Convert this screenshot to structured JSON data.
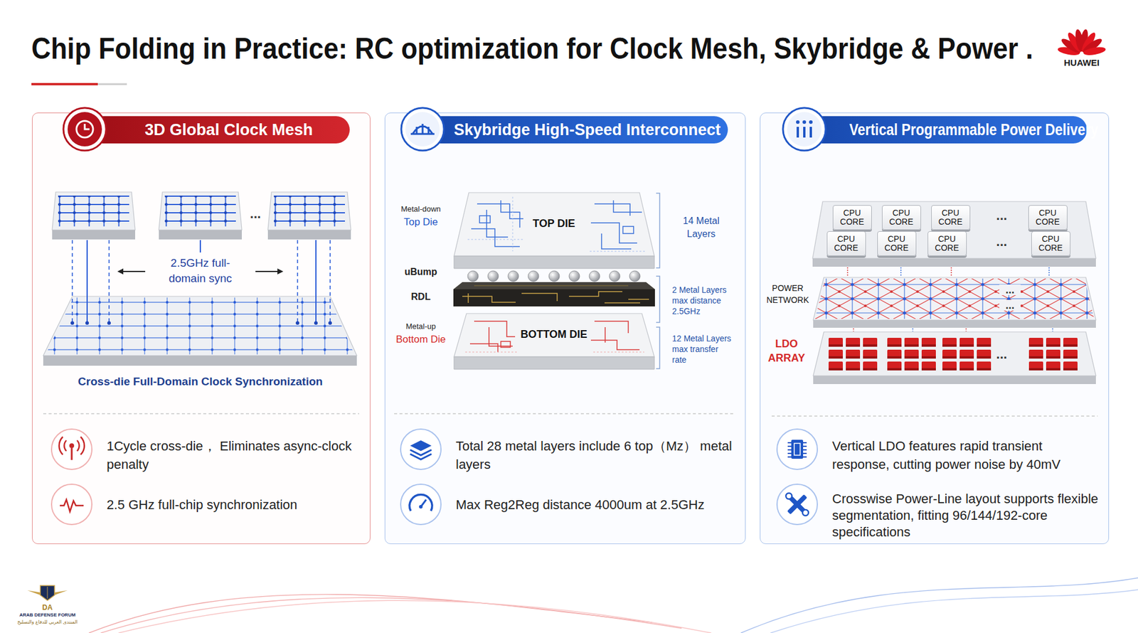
{
  "diagram": {
    "title": "Chip Folding in Practice: RC optimization for Clock Mesh, Skybridge & Power .",
    "nodes": [
      {
        "text": [
          "3D Global Clock Mesh"
        ]
      },
      {
        "text": [
          "Skybridge High-Speed Interconnect"
        ]
      },
      {
        "text": [
          "TOP DIE"
        ],
        "in": 1
      },
      {
        "text": [
          "BOTTOM DIE"
        ],
        "in": 1
      },
      {
        "text": [
          "Vertical Programmable Power Delivery"
        ]
      },
      {
        "text": [
          "CPU CORE"
        ],
        "in": 4
      },
      {
        "text": [
          "CPU CORE"
        ],
        "in": 4
      },
      {
        "text": [
          "CPU CORE"
        ],
        "in": 4
      },
      {
        "text": [
          "CPU CORE"
        ],
        "in": 4
      },
      {
        "text": [
          "CPU CORE"
        ],
        "in": 4
      },
      {
        "text": [
          "CPU CORE"
        ],
        "in": 4
      },
      {
        "text": [
          "CPU CORE"
        ],
        "in": 4
      },
      {
        "text": [
          "CPU CORE"
        ],
        "in": 4
      }
    ],
    "labels": [
      "HUAWEI",
      "...",
      "2.5GHz full-domain sync",
      "Cross-die Full-Domain Clock Synchronization",
      "1Cycle cross-die， Eliminates async-clock penalty",
      "2.5 GHz full-chip synchronization",
      "Metal-down",
      "Top Die",
      "uBump",
      "RDL",
      "Metal-up",
      "Bottom Die",
      "14 Metal Layers",
      "2 Metal Layers max distance 2.5GHz",
      "12 Metal Layers max transfer rate",
      "Total 28 metal layers include 6 top（Mz） metal layers",
      "Max Reg2Reg distance 4000um at 2.5GHz",
      "...",
      "...",
      "POWER NETWORK",
      "...",
      "...",
      "LDO ARRAY",
      "...",
      "Vertical LDO features rapid transient response, cutting power noise by 40mV",
      "Crosswise Power-Line layout supports flexible segmentation, fitting 96/144/192-core specifications",
      "DA",
      "ARAB DEFENSE FORUM",
      "المنتدى العربي للدفاع والتسليح"
    ]
  }
}
